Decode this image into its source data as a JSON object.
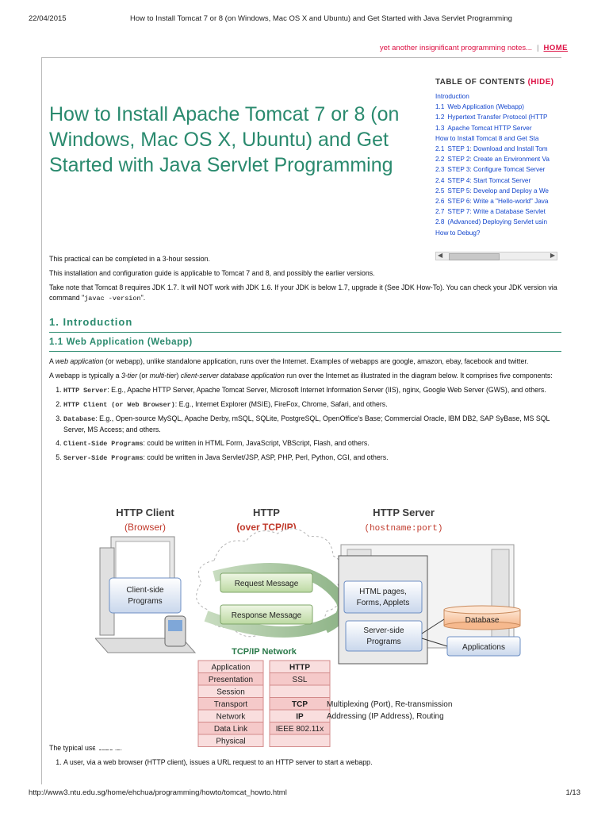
{
  "print": {
    "date": "22/04/2015",
    "title": "How to Install Tomcat 7 or 8 (on Windows, Mac OS X and Ubuntu) and Get Started with Java Servlet Programming",
    "url": "http://www3.ntu.edu.sg/home/ehchua/programming/howto/tomcat_howto.html",
    "page": "1/13"
  },
  "nav": {
    "tagline": "yet another insignificant programming notes...",
    "separator": "|",
    "home": "HOME"
  },
  "toc": {
    "title": "TABLE OF CONTENTS",
    "hide": "(HIDE)",
    "items": [
      {
        "num": "",
        "label": "Introduction"
      },
      {
        "num": "1.1",
        "label": "Web Application (Webapp)"
      },
      {
        "num": "1.2",
        "label": "Hypertext Transfer Protocol (HTTP"
      },
      {
        "num": "1.3",
        "label": "Apache Tomcat HTTP Server"
      },
      {
        "num": "",
        "label": "How to Install Tomcat 8 and Get Sta"
      },
      {
        "num": "2.1",
        "label": "STEP 1: Download and Install Tom"
      },
      {
        "num": "2.2",
        "label": "STEP 2: Create an Environment Va"
      },
      {
        "num": "2.3",
        "label": "STEP 3: Configure Tomcat Server"
      },
      {
        "num": "2.4",
        "label": "STEP 4: Start Tomcat Server"
      },
      {
        "num": "2.5",
        "label": "STEP 5: Develop and Deploy a We"
      },
      {
        "num": "2.6",
        "label": "STEP 6: Write a \"Hello-world\" Java"
      },
      {
        "num": "2.7",
        "label": "STEP 7: Write a Database Servlet"
      },
      {
        "num": "2.8",
        "label": "(Advanced) Deploying Servlet usin"
      },
      {
        "num": "",
        "label": "How to Debug?"
      }
    ]
  },
  "article": {
    "title": "How to Install Apache Tomcat 7 or 8 (on Windows, Mac OS X, Ubuntu) and Get Started with Java Servlet Programming",
    "p1": "This practical can be completed in a 3-hour session.",
    "p2": "This installation and configuration guide is applicable to Tomcat 7 and 8, and possibly the earlier versions.",
    "p3a": "Take note that Tomcat 8 requires JDK 1.7. It will NOT work with JDK 1.6. If your JDK is below 1.7, upgrade it (See JDK How-To). You can check your JDK version via command \"",
    "p3code": "javac -version",
    "p3b": "\".",
    "h_intro": "1.  Introduction",
    "h_webapp": "1.1  Web Application (Webapp)",
    "p4a": "A ",
    "p4em": "web application",
    "p4b": " (or webapp), unlike standalone application, runs over the Internet. Examples of webapps are google, amazon, ebay, facebook and twitter.",
    "p5a": "A webapp is typically a ",
    "p5em1": "3-tier",
    "p5b": " (or ",
    "p5em2": "multi-tier",
    "p5c": ") ",
    "p5em3": "client-server database application",
    "p5d": " run over the Internet as illustrated in the diagram below. It comprises five components:",
    "components": [
      {
        "term": "HTTP Server",
        "text": ": E.g., Apache HTTP Server, Apache Tomcat Server, Microsoft Internet Information Server (IIS), nginx, Google Web Server (GWS), and others."
      },
      {
        "term": "HTTP Client (or Web Browser)",
        "text": ": E.g., Internet Explorer (MSIE), FireFox, Chrome, Safari, and others."
      },
      {
        "term": "Database",
        "text": ": E.g., Open-source MySQL, Apache Derby, mSQL, SQLite, PostgreSQL, OpenOffice's Base; Commercial Oracle, IBM DB2, SAP SyBase, MS SQL Server, MS Access; and others."
      },
      {
        "term": "Client-Side Programs",
        "text": ": could be written in HTML Form, JavaScript, VBScript, Flash, and others."
      },
      {
        "term": "Server-Side Programs",
        "text": ": could be written in Java Servlet/JSP, ASP, PHP, Perl, Python, CGI, and others."
      }
    ],
    "typical": "The typical use-case is:",
    "usecase1": "A user, via a web browser (HTTP client), issues a URL request to an HTTP server to start a webapp."
  },
  "diagram": {
    "http_client": "HTTP Client",
    "browser": "(Browser)",
    "http": "HTTP",
    "over_tcpip": "(over TCP/IP)",
    "http_server": "HTTP Server",
    "hostname_port": "(hostname:port)",
    "client_side_1": "Client-side",
    "client_side_2": "Programs",
    "request": "Request Message",
    "response": "Response Message",
    "html_pages_1": "HTML pages,",
    "html_pages_2": "Forms, Applets",
    "database": "Database",
    "server_side_1": "Server-side",
    "server_side_2": "Programs",
    "applications": "Applications",
    "tcpip_network": "TCP/IP Network",
    "layers": [
      "Application",
      "Presentation",
      "Session",
      "Transport",
      "Network",
      "Data Link",
      "Physical"
    ],
    "protocols": [
      "HTTP",
      "SSL",
      "",
      "TCP",
      "IP",
      "IEEE 802.11x",
      ""
    ],
    "note1": "Multiplexing (Port), Re-transmission",
    "note2": "Addressing (IP Address), Routing"
  }
}
